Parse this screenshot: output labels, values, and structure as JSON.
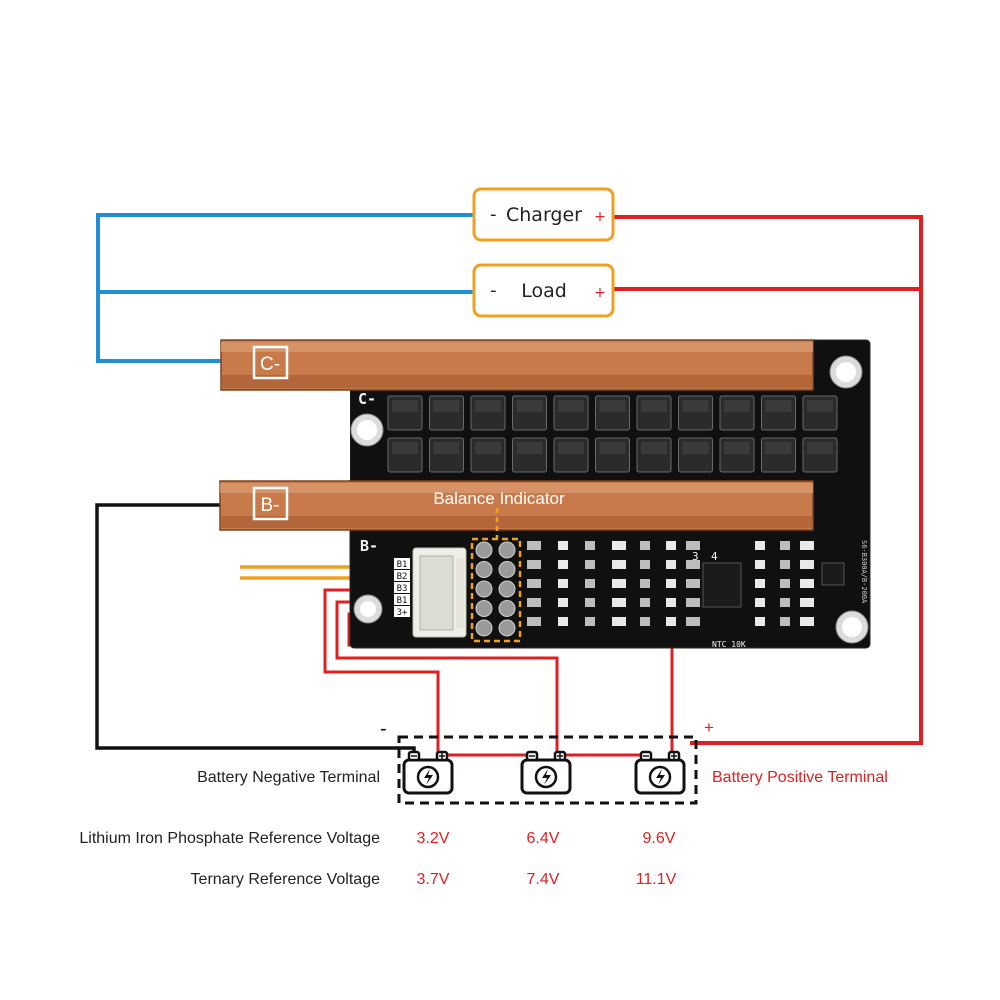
{
  "colors": {
    "negative_wire": "#1f8fd6",
    "positive_wire": "#e02020",
    "black_wire": "#111111",
    "balance_wire": "#f0a020",
    "box_border": "#f0a020",
    "copper": "#c97a4a",
    "pcb": "#111111",
    "label_red": "#e02020"
  },
  "charger_box": {
    "minus": "-",
    "label": "Charger",
    "plus": "+"
  },
  "load_box": {
    "minus": "-",
    "label": "Load",
    "plus": "+"
  },
  "busbars": {
    "c_minus": "C-",
    "b_minus": "B-"
  },
  "pcb": {
    "silk_c": "C-",
    "silk_b": "B-",
    "ntc": "NTC 10K",
    "model": "S6-B300A/B-200A",
    "connector_pins": [
      "B1",
      "B2",
      "B3",
      "B1",
      "3+"
    ],
    "section_labels": [
      "3",
      "4"
    ]
  },
  "balance": {
    "title": "Balance Indicator",
    "leds": [
      "1",
      "2",
      "3",
      "4",
      "5"
    ]
  },
  "battery": {
    "minus_sign": "-",
    "plus_sign": "+",
    "negative_label": "Battery Negative Terminal",
    "positive_label": "Battery Positive Terminal",
    "cell_icon": "battery-bolt-icon"
  },
  "voltages": {
    "lfp_label": "Lithium Iron Phosphate Reference Voltage",
    "lfp_values": [
      "3.2V",
      "6.4V",
      "9.6V"
    ],
    "ternary_label": "Ternary Reference Voltage",
    "ternary_values": [
      "3.7V",
      "7.4V",
      "11.1V"
    ]
  }
}
